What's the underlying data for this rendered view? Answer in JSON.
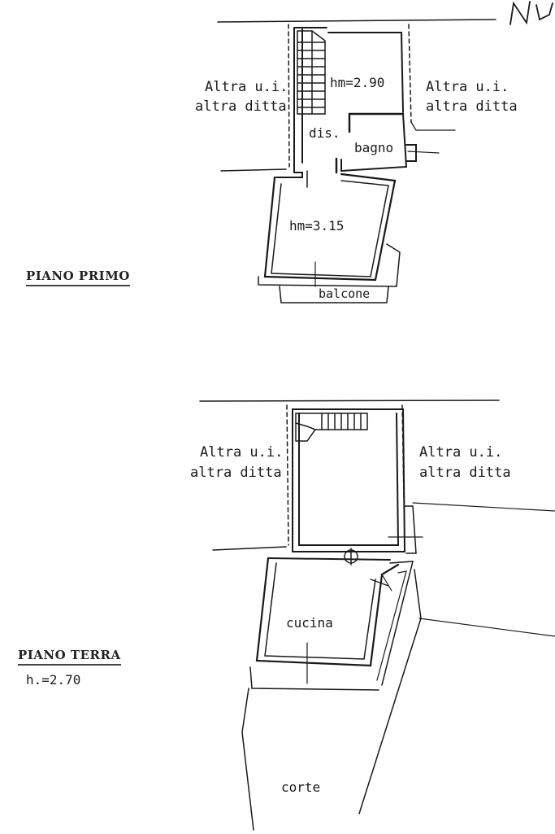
{
  "corner_mark": "N",
  "piano_primo": {
    "title": "PIANO PRIMO",
    "left_neighbor": [
      "Altra u.i.",
      "altra ditta"
    ],
    "right_neighbor": [
      "Altra u.i.",
      "altra ditta"
    ],
    "rooms": {
      "upper_height": "hm=2.90",
      "dis": "dis.",
      "bagno": "bagno",
      "lower_height": "hm=3.15",
      "balcone": "balcone"
    }
  },
  "piano_terra": {
    "title": "PIANO TERRA",
    "height": "h.=2.70",
    "left_neighbor": [
      "Altra u.i.",
      "altra ditta"
    ],
    "right_neighbor": [
      "Altra u.i.",
      "altra ditta"
    ],
    "rooms": {
      "cucina": "cucina",
      "corte": "corte"
    }
  },
  "colors": {
    "ink": "#1a1a1a",
    "paper": "#ffffff"
  }
}
